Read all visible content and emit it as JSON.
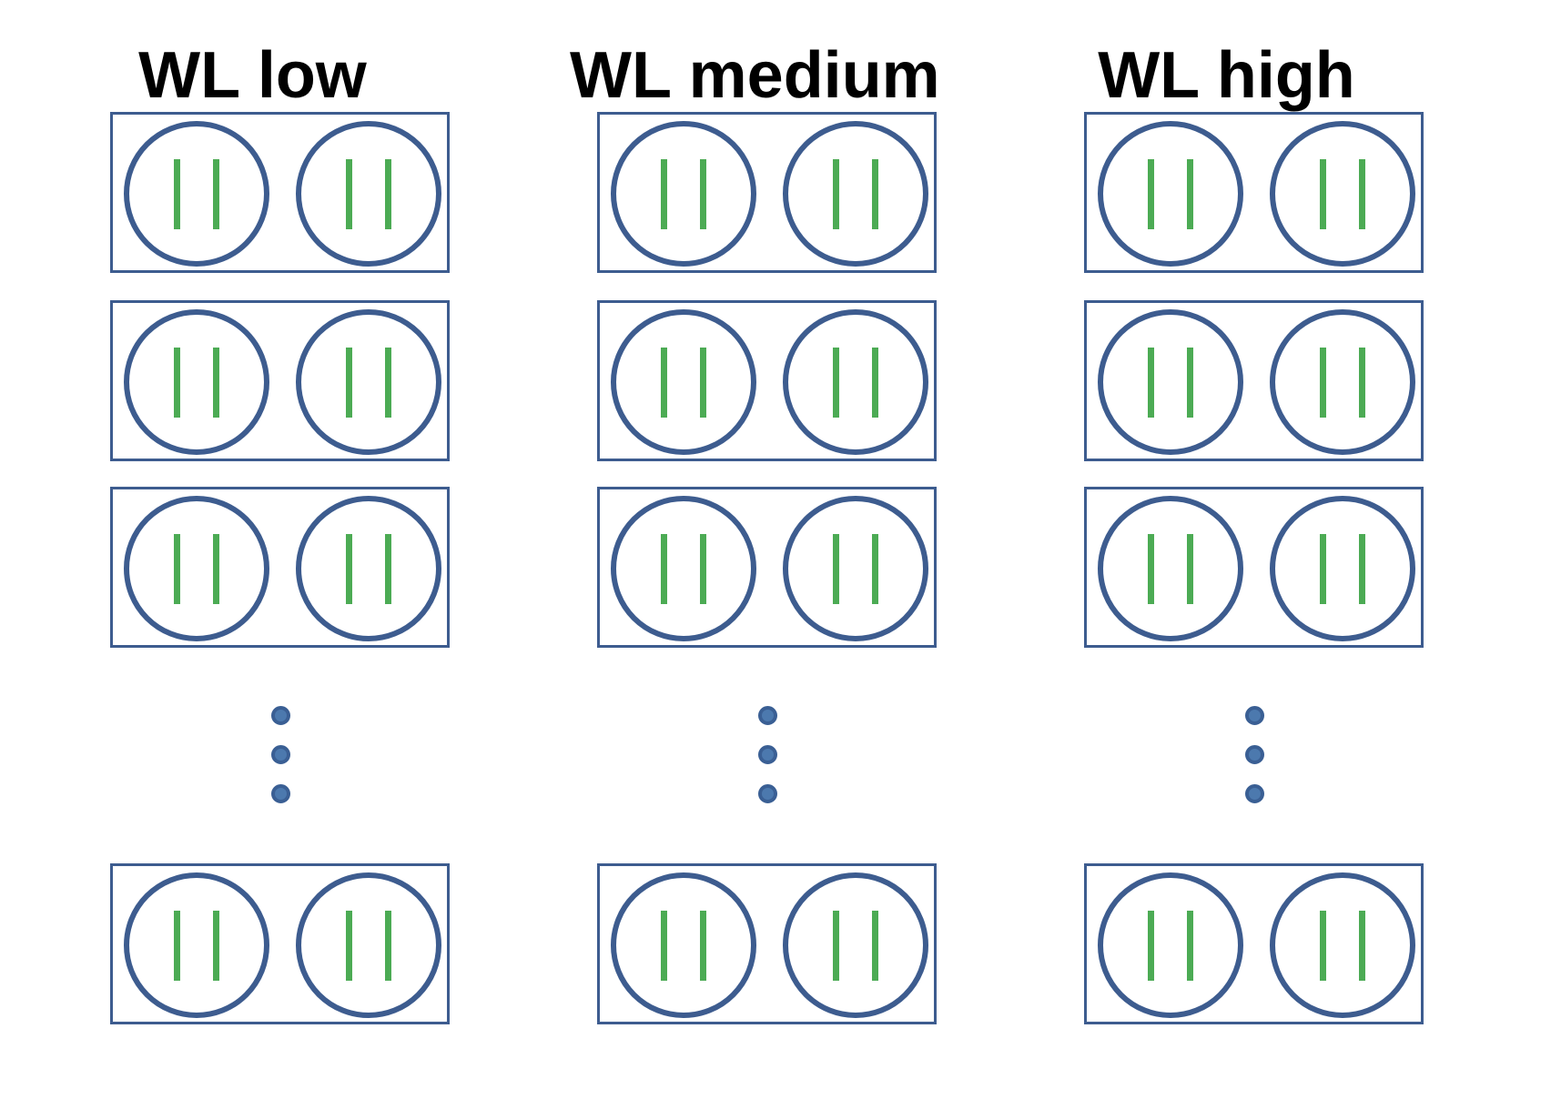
{
  "diagram": {
    "description": "Three columns of stacked boxes; each box contains two circles, each circle contains two green vertical bars; a vertical ellipsis between the third and last box of each column indicates repetition.",
    "columns": [
      {
        "title": "WL low"
      },
      {
        "title": "WL medium"
      },
      {
        "title": "WL high"
      }
    ],
    "visible_boxes_per_column": 4,
    "circles_per_box": 2,
    "bars_per_circle": 2,
    "ellipsis_dots_per_column": 3
  },
  "colors": {
    "outline_blue": "#3D5C8F",
    "bar_green": "#4CAB54",
    "dot_fill": "#4C79AE",
    "dot_ring": "#3A5F94",
    "background": "#FFFFFF",
    "title_text": "#000000"
  }
}
